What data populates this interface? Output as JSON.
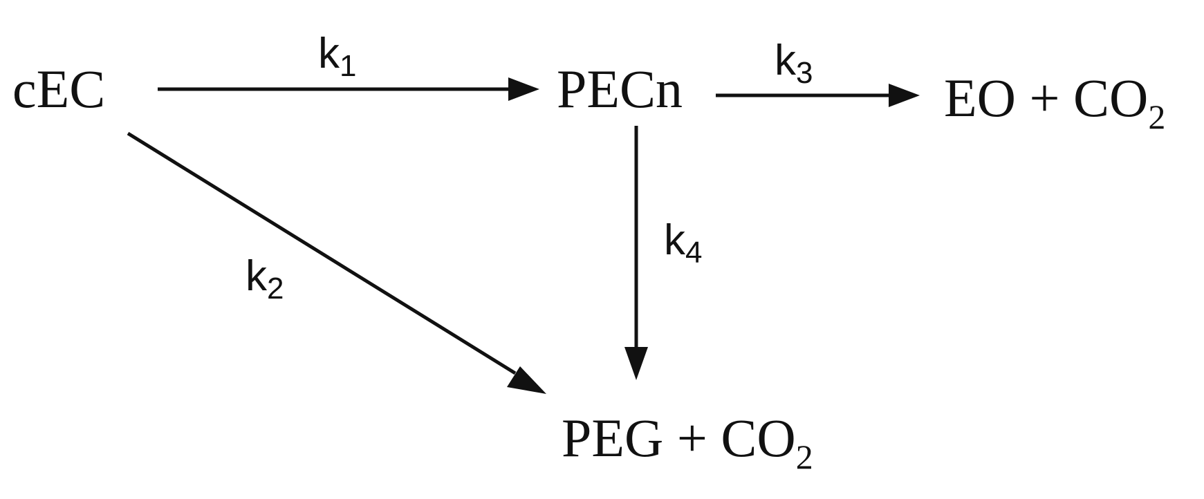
{
  "species": {
    "cec": {
      "text": "cEC"
    },
    "pecn": {
      "text": "PECn"
    },
    "eo_co2": {
      "main": "EO + CO",
      "sub": "2"
    },
    "peg_co2": {
      "main": "PEG + CO",
      "sub": "2"
    }
  },
  "rates": {
    "k1": {
      "main": "k",
      "sub": "1"
    },
    "k2": {
      "main": "k",
      "sub": "2"
    },
    "k3": {
      "main": "k",
      "sub": "3"
    },
    "k4": {
      "main": "k",
      "sub": "4"
    }
  },
  "arrows": [
    {
      "from": "cEC",
      "to": "PECn",
      "rate": "k1"
    },
    {
      "from": "cEC",
      "to": "PEG + CO2",
      "rate": "k2"
    },
    {
      "from": "PECn",
      "to": "EO + CO2",
      "rate": "k3"
    },
    {
      "from": "PECn",
      "to": "PEG + CO2",
      "rate": "k4"
    }
  ],
  "colors": {
    "ink": "#111111",
    "background": "#ffffff"
  }
}
